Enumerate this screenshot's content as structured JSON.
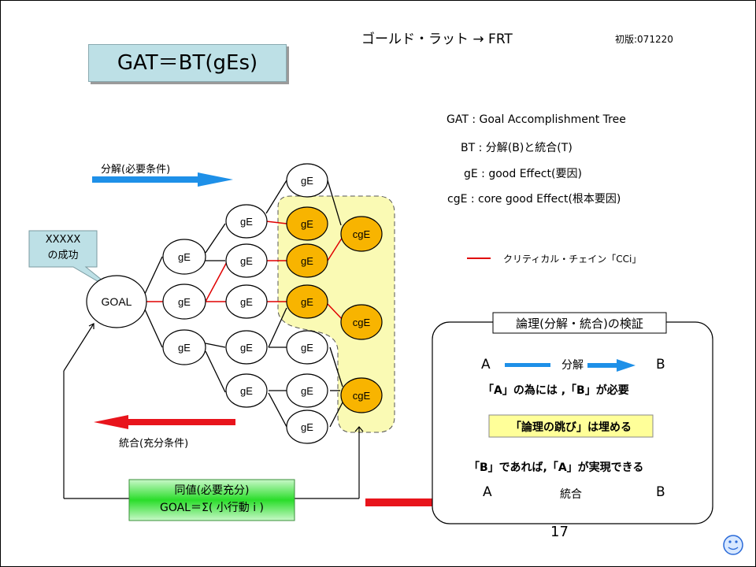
{
  "slide": {
    "header_title": "ゴールド・ラット → FRT",
    "version": "初版:071220",
    "main_title": "GAT＝BT(gEs)",
    "page_number": "17"
  },
  "definitions": [
    "GAT : Goal  Accomplishment  Tree",
    "BT : 分解(B)と統合(T)",
    "gE : good Effect(要因)",
    "cgE : core  good   Effect(根本要因)"
  ],
  "legend": {
    "label": "クリティカル・チェイン「CCi」",
    "color": "#e00000"
  },
  "arrows": {
    "decompose_label": "分解(必要条件)",
    "integrate_label": "統合(充分条件)"
  },
  "callout": {
    "line1": "XXXXX",
    "line2": "の成功"
  },
  "tree": {
    "goal": "GOAL",
    "ge": "gE",
    "cge": "cgE"
  },
  "equivalence": {
    "line1": "同値(必要充分)",
    "line2": "GOAL＝Σ( 小行動 i )"
  },
  "logic_box": {
    "title": "論理(分解・統合)の検証",
    "a": "A",
    "b": "B",
    "decompose": "分解",
    "statement1": "「A」の為には ,「B」が必要",
    "highlight": "「論理の跳び」は埋める",
    "statement2": "「B」であれば,「A」が実現できる",
    "integrate": "統合"
  },
  "colors": {
    "blue": "#1e90e8",
    "red": "#e8141c",
    "gold": "#f8b400",
    "yellow_area": "#fafab4",
    "green": "#22dd22"
  }
}
